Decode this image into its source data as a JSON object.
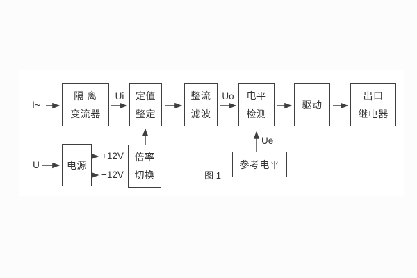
{
  "figure": {
    "caption": "图 1"
  },
  "colors": {
    "page_bg": "#fcfcfc",
    "panel_bg": "#ffffff",
    "line": "#3f3f3f",
    "text": "#333333"
  },
  "blocks": {
    "isolation": {
      "line1": "隔 离",
      "line2": "变流器"
    },
    "setpoint": {
      "line1": "定值",
      "line2": "整定"
    },
    "rectify": {
      "line1": "整流",
      "line2": "滤波"
    },
    "level": {
      "line1": "电平",
      "line2": "检测"
    },
    "drive": {
      "line1": "驱动"
    },
    "output": {
      "line1": "出口",
      "line2": "继电器"
    },
    "power": {
      "line1": "电源"
    },
    "multiplier": {
      "line1": "倍率",
      "line2": "切换"
    },
    "reference": {
      "line1": "参考电平"
    }
  },
  "signals": {
    "input_current": "I~",
    "input_voltage": "U",
    "ui": "Ui",
    "uo": "Uo",
    "ue": "Ue",
    "plus_12v": "+12V",
    "minus_12v": "−12V"
  }
}
